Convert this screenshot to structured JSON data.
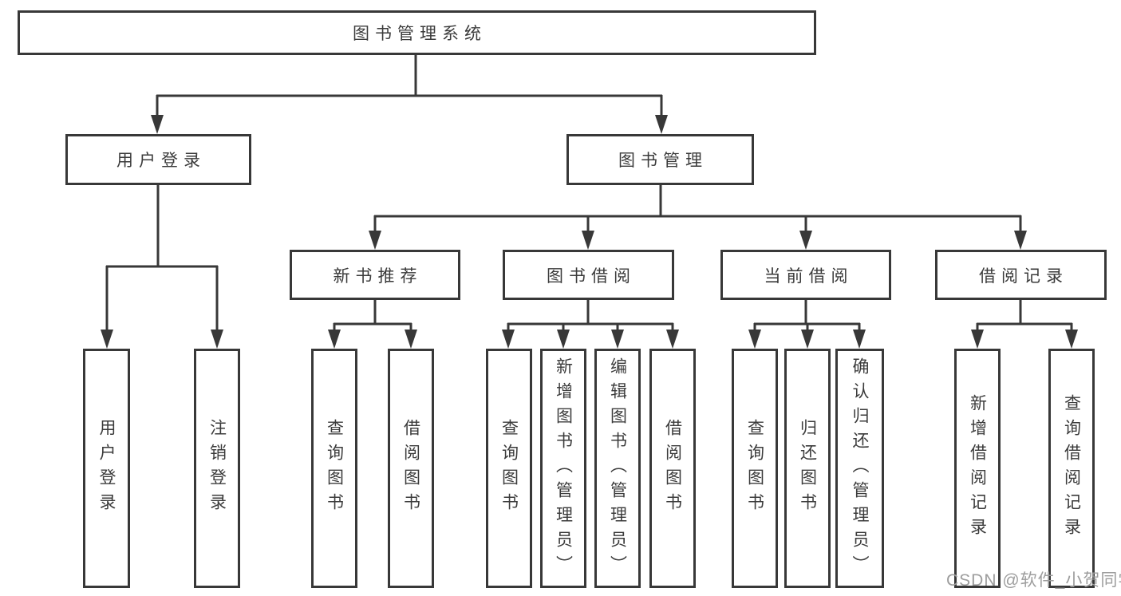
{
  "diagram": {
    "root": "图书管理系统",
    "branches": {
      "user_login": {
        "label": "用户登录",
        "children": [
          "用户登录",
          "注销登录"
        ]
      },
      "book_mgmt": {
        "label": "图书管理",
        "modules": [
          {
            "label": "新书推荐",
            "children": [
              "查询图书",
              "借阅图书"
            ]
          },
          {
            "label": "图书借阅",
            "children": [
              "查询图书",
              "新增图书（管理员）",
              "编辑图书（管理员）",
              "借阅图书"
            ]
          },
          {
            "label": "当前借阅",
            "children": [
              "查询图书",
              "归还图书",
              "确认归还（管理员）"
            ]
          },
          {
            "label": "借阅记录",
            "children": [
              "新增借阅记录",
              "查询借阅记录"
            ]
          }
        ]
      }
    }
  },
  "watermark": "CSDN @软件_小贺同学",
  "colors": {
    "line": "#383838",
    "text": "#3b3b3b",
    "watermark": "#9d9d9d",
    "background": "#ffffff"
  }
}
